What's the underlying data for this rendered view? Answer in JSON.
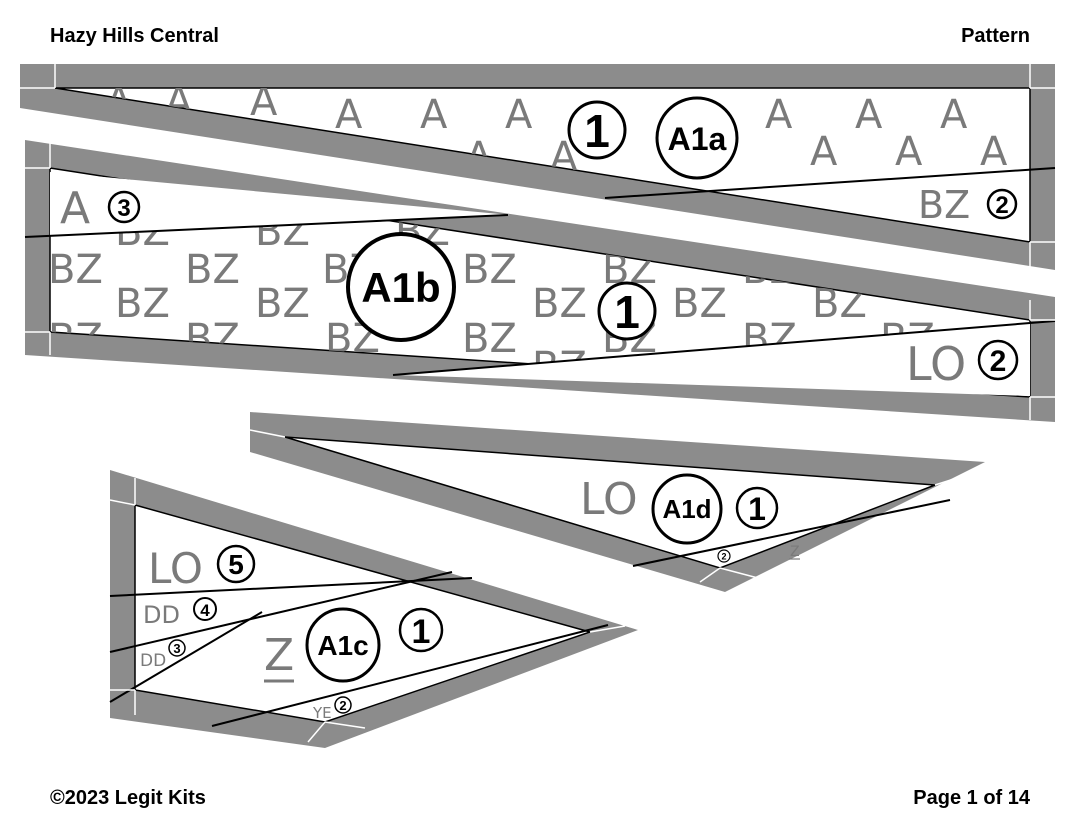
{
  "header": {
    "title": "Hazy Hills Central",
    "doc_type": "Pattern"
  },
  "footer": {
    "copyright": "©2023 Legit Kits",
    "page": "Page 1 of 14"
  },
  "sections": [
    {
      "id": "A1a",
      "label": "A1a",
      "pieces": [
        {
          "number": "1",
          "fabric": "A"
        },
        {
          "number": "2",
          "fabric": "BZ"
        }
      ]
    },
    {
      "id": "A1b",
      "label": "A1b",
      "pieces": [
        {
          "number": "1",
          "fabric": "BZ"
        },
        {
          "number": "2",
          "fabric": "LO"
        },
        {
          "number": "3",
          "fabric": "A"
        }
      ]
    },
    {
      "id": "A1c",
      "label": "A1c",
      "pieces": [
        {
          "number": "1",
          "fabric": "Z"
        },
        {
          "number": "2",
          "fabric": "YE"
        },
        {
          "number": "3",
          "fabric": "DD"
        },
        {
          "number": "4",
          "fabric": "DD"
        },
        {
          "number": "5",
          "fabric": "LO"
        }
      ]
    },
    {
      "id": "A1d",
      "label": "A1d",
      "pieces": [
        {
          "number": "1",
          "fabric": "LO"
        },
        {
          "number": "2",
          "fabric": "Z"
        }
      ]
    }
  ],
  "colors": {
    "seam_allowance": "#8c8c8c",
    "line": "#000000",
    "fabric_text": "#7a7a7a"
  }
}
